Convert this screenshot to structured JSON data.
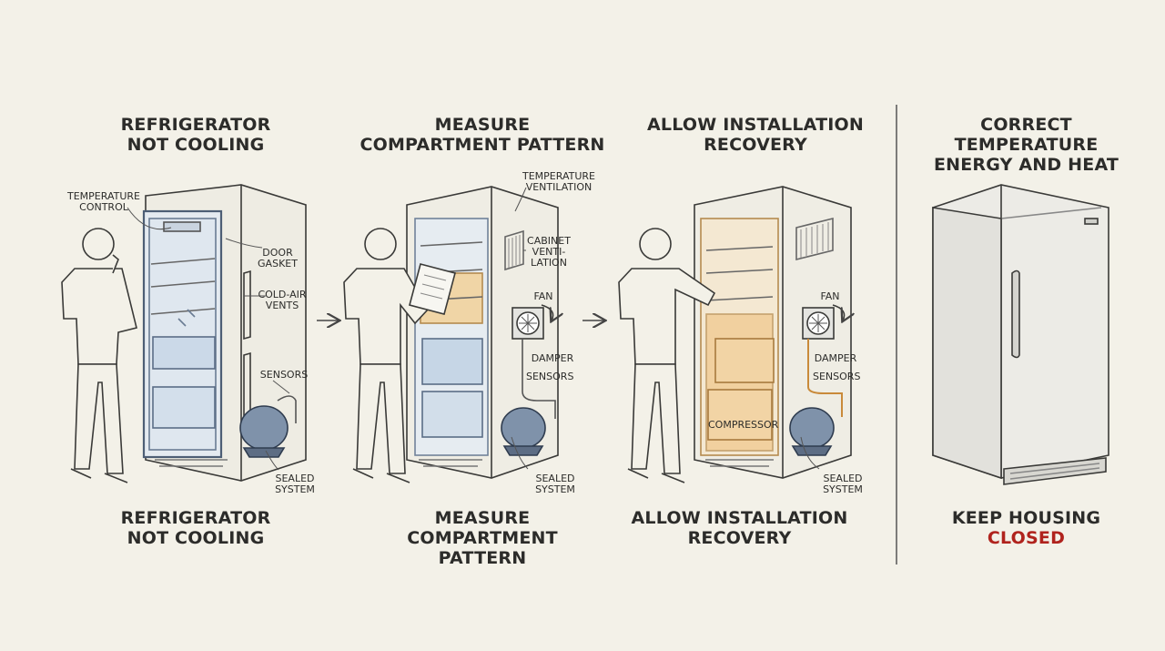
{
  "panels": [
    {
      "title": [
        "REFRIGERATOR",
        "NOT COOLING"
      ],
      "caption": [
        "REFRIGERATOR",
        "NOT COOLING"
      ],
      "labels": {
        "temp_control": [
          "TEMPERATURE",
          "CONTROL"
        ],
        "door_gasket": [
          "DOOR",
          "GASKET"
        ],
        "cold_air_vents": [
          "COLD-AIR",
          "VENTS"
        ],
        "sensors": "SENSORS",
        "sealed_system": [
          "SEALED",
          "SYSTEM"
        ]
      }
    },
    {
      "title": [
        "MEASURE",
        "COMPARTMENT PATTERN"
      ],
      "caption": [
        "MEASURE",
        "COMPARTMENT",
        "PATTERN"
      ],
      "labels": {
        "temp_ventilation": [
          "TEMPERATURE",
          "VENTILATION"
        ],
        "cabinet_ventilation": [
          "CABINET",
          "VENTI-",
          "LATION"
        ],
        "fan": "FAN",
        "damper": "DAMPER",
        "sensors": "SENSORS",
        "sealed_system": [
          "SEALED",
          "SYSTEM"
        ]
      }
    },
    {
      "title": [
        "ALLOW INSTALLATION",
        "RECOVERY"
      ],
      "caption": [
        "ALLOW INSTALLATION",
        "RECOVERY"
      ],
      "labels": {
        "fan": "FAN",
        "damper": "DAMPER",
        "sensors": "SENSORS",
        "compressor": "COMPRESSOR",
        "sealed_system": [
          "SEALED",
          "SYSTEM"
        ]
      }
    },
    {
      "title": [
        "CORRECT TEMPERATURE",
        "ENERGY AND HEAT"
      ],
      "caption": [
        "KEEP HOUSING",
        "CLOSED"
      ]
    }
  ],
  "colors": {
    "background": "#f3f1e8",
    "ink": "#2c2c2a",
    "accent_red": "#b0231d",
    "cool_blue": "#c7d6e6",
    "warm_orange": "#f0c98f"
  }
}
